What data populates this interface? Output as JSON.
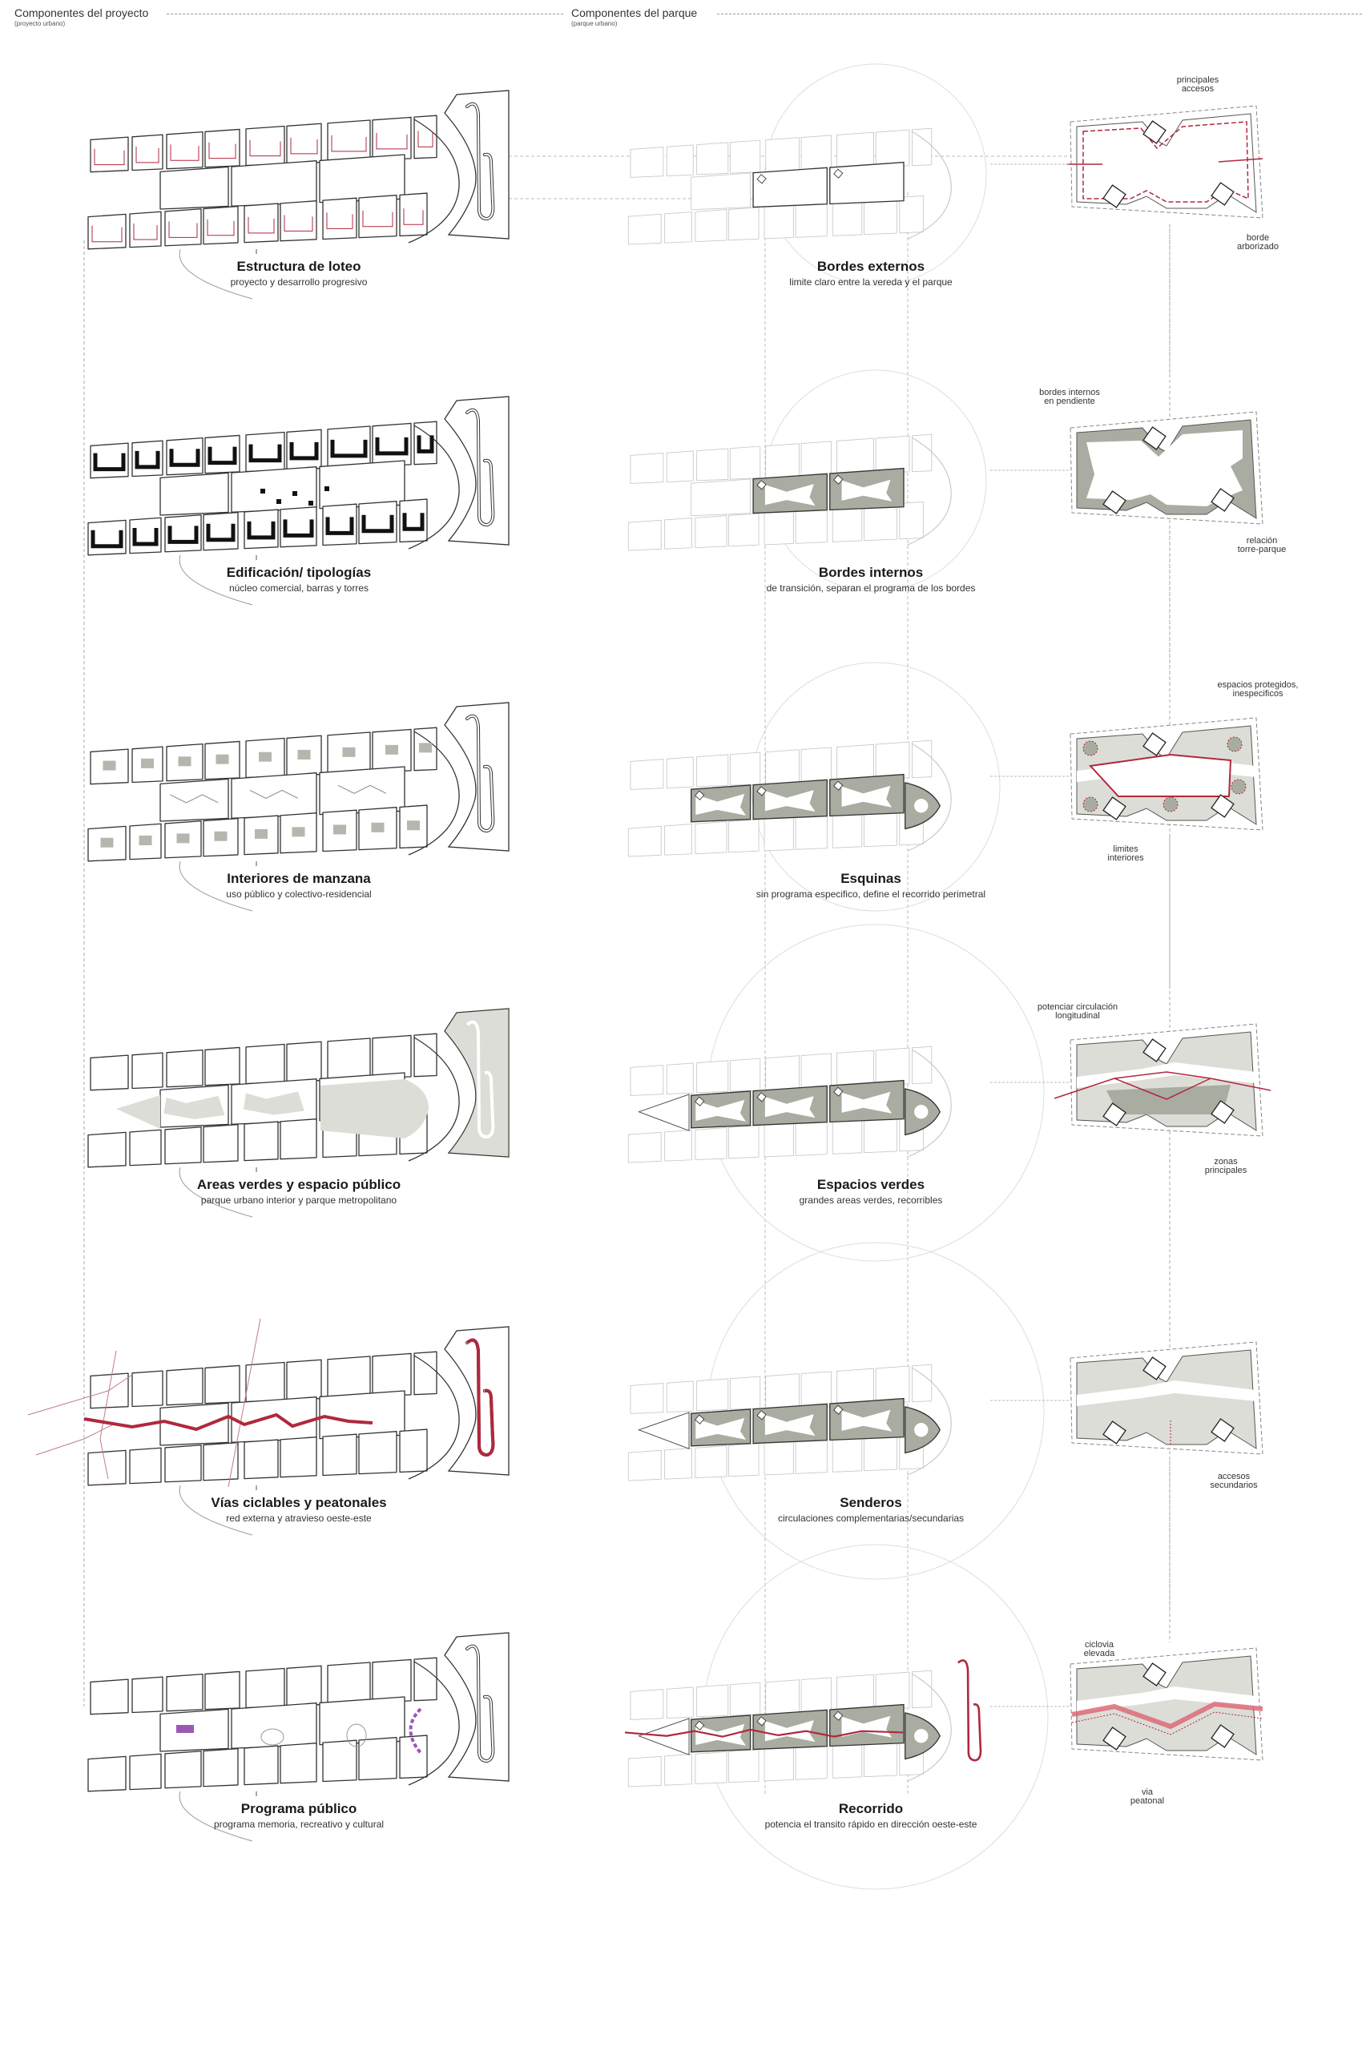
{
  "header": {
    "left_title": "Componentes del proyecto",
    "left_sub": "(proyecto urbano)",
    "right_title": "Componentes del parque",
    "right_sub": "(parque urbano)"
  },
  "colors": {
    "line": "#333333",
    "red": "#b0283c",
    "grey_fill": "#a9aca0",
    "light_fill": "#dcddd6",
    "purple": "#9b59b6"
  },
  "rows": [
    {
      "left": {
        "title": "Estructura de loteo",
        "subtitle": "proyecto y desarrollo progresivo"
      },
      "middle": {
        "title": "Bordes externos",
        "subtitle": "limite claro entre la vereda y el parque"
      },
      "right": {
        "labels": [
          [
            "principales",
            "accesos"
          ],
          [
            "borde",
            "arborizado"
          ]
        ]
      }
    },
    {
      "left": {
        "title": "Edificación/ tipologías",
        "subtitle": "núcleo comercial, barras y torres"
      },
      "middle": {
        "title": "Bordes internos",
        "subtitle": "de transición, separan el programa de los bordes"
      },
      "right": {
        "labels": [
          [
            "bordes internos",
            "en pendiente"
          ],
          [
            "relación",
            "torre-parque"
          ]
        ]
      }
    },
    {
      "left": {
        "title": "Interiores de manzana",
        "subtitle": "uso público y colectivo-residencial"
      },
      "middle": {
        "title": "Esquinas",
        "subtitle": "sin programa especifico, define el recorrido perimetral"
      },
      "right": {
        "labels": [
          [
            "espacios protegidos,",
            "inespecificos"
          ],
          [
            "limites",
            "interiores"
          ]
        ]
      }
    },
    {
      "left": {
        "title": "Areas verdes y espacio público",
        "subtitle": "parque urbano interior y parque metropolitano"
      },
      "middle": {
        "title": "Espacios verdes",
        "subtitle": "grandes areas verdes, recorribles"
      },
      "right": {
        "labels": [
          [
            "potenciar circulación",
            "longitudinal"
          ],
          [
            "zonas",
            "principales"
          ]
        ]
      }
    },
    {
      "left": {
        "title": "Vías ciclables y peatonales",
        "subtitle": "red externa y atravieso oeste-este"
      },
      "middle": {
        "title": "Senderos",
        "subtitle": "circulaciones complementarias/secundarias"
      },
      "right": {
        "labels": [
          [
            "accesos",
            "secundarios"
          ]
        ]
      }
    },
    {
      "left": {
        "title": "Programa público",
        "subtitle": "programa memoria, recreativo y cultural"
      },
      "middle": {
        "title": "Recorrido",
        "subtitle": "potencia el transito rápido en dirección oeste-este"
      },
      "right": {
        "labels": [
          [
            "ciclovia",
            "elevada"
          ],
          [
            "via",
            "peatonal"
          ]
        ]
      }
    }
  ]
}
